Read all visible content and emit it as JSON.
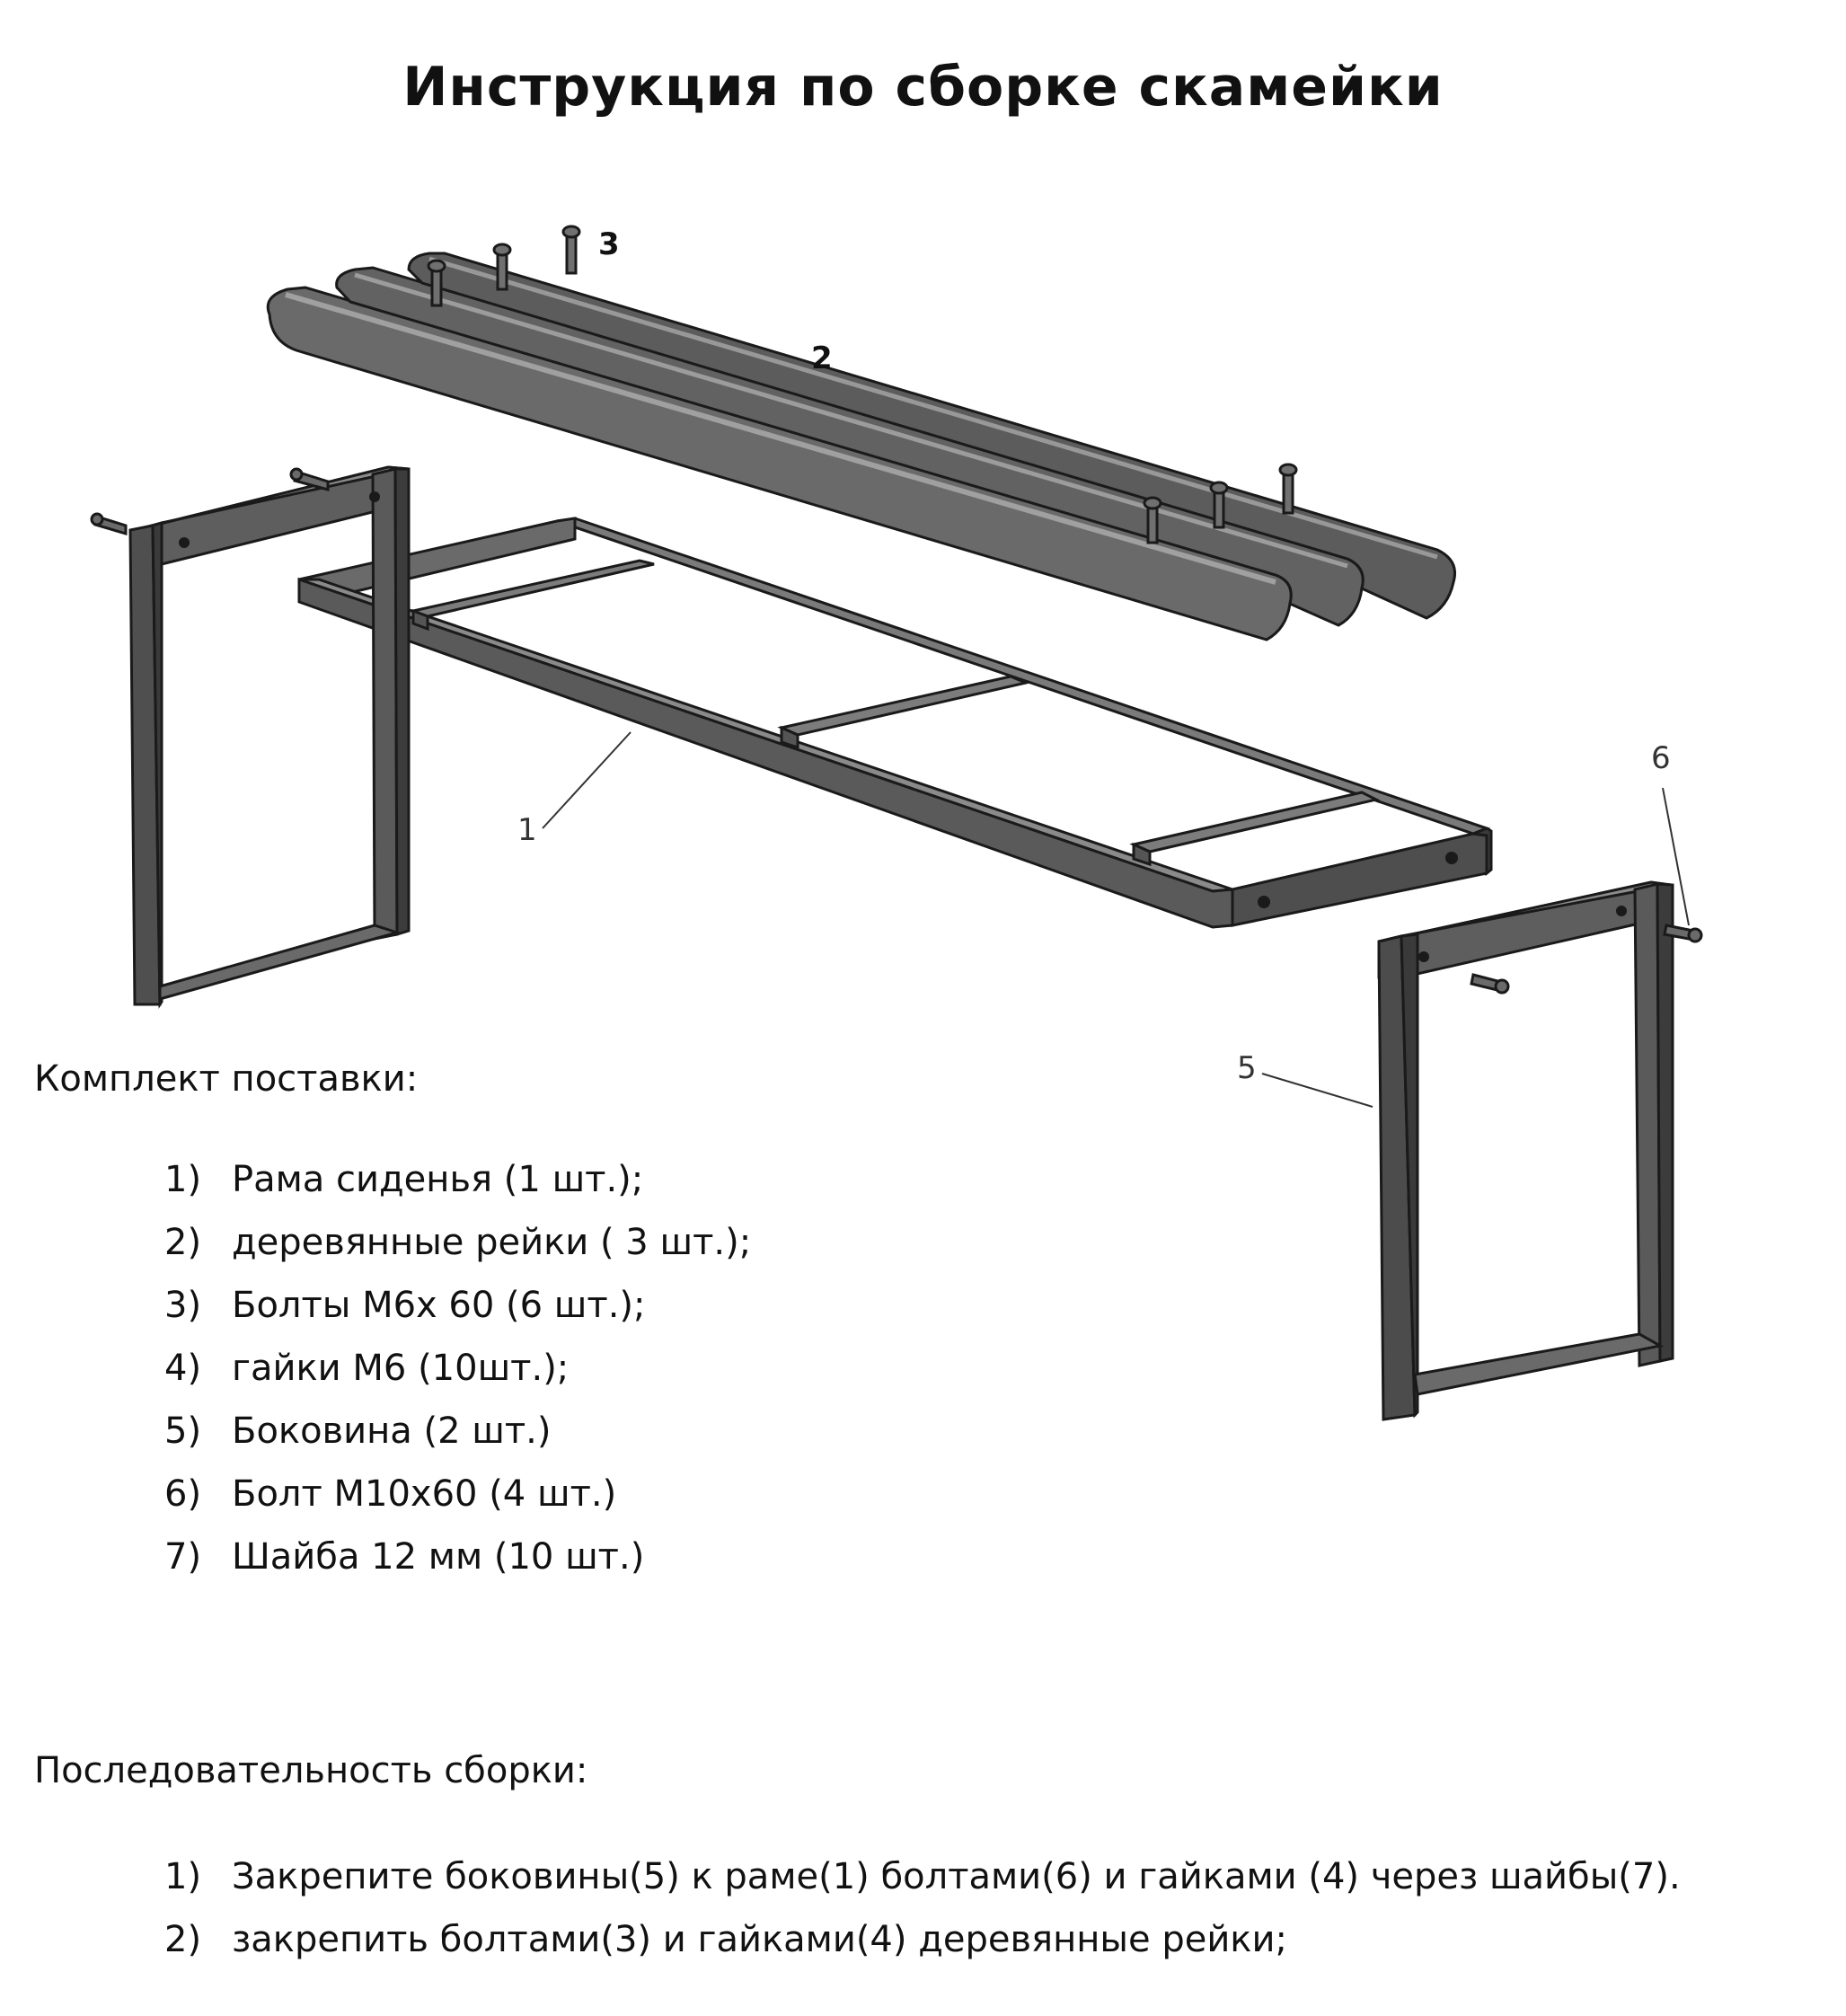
{
  "title": "Инструкция по сборке скамейки",
  "diagram": {
    "callouts": {
      "frame": "1",
      "slats": "2",
      "bolts_seat": "3",
      "side_right": "5",
      "bolt_side": "6"
    },
    "colors": {
      "metal": "#5f5f5f",
      "metal_dark": "#3a3a3a",
      "metal_light": "#8a8a8a",
      "wood": "#6b6b6b",
      "wood_light": "#9a9a9a",
      "outline": "#1a1a1a"
    }
  },
  "kit": {
    "heading": "Комплект поставки:",
    "items": [
      {
        "num": "1)",
        "text": "Рама сиденья (1 шт.);"
      },
      {
        "num": "2)",
        "text": "деревянные рейки ( 3 шт.);"
      },
      {
        "num": "3)",
        "text": "Болты  М6x 60 (6 шт.);"
      },
      {
        "num": "4)",
        "text": "гайки М6 (10шт.);"
      },
      {
        "num": "5)",
        "text": "Боковина (2 шт.)"
      },
      {
        "num": "6)",
        "text": "Болт М10x60 (4 шт.)"
      },
      {
        "num": "7)",
        "text": "Шайба 12 мм (10 шт.)"
      }
    ]
  },
  "assembly": {
    "heading": "Последовательность сборки:",
    "steps": [
      {
        "num": "1)",
        "text": "Закрепите боковины(5) к раме(1) болтами(6) и гайками (4) через шайбы(7)."
      },
      {
        "num": "2)",
        "text": "закрепить болтами(3) и гайками(4) деревянные рейки;"
      }
    ]
  }
}
